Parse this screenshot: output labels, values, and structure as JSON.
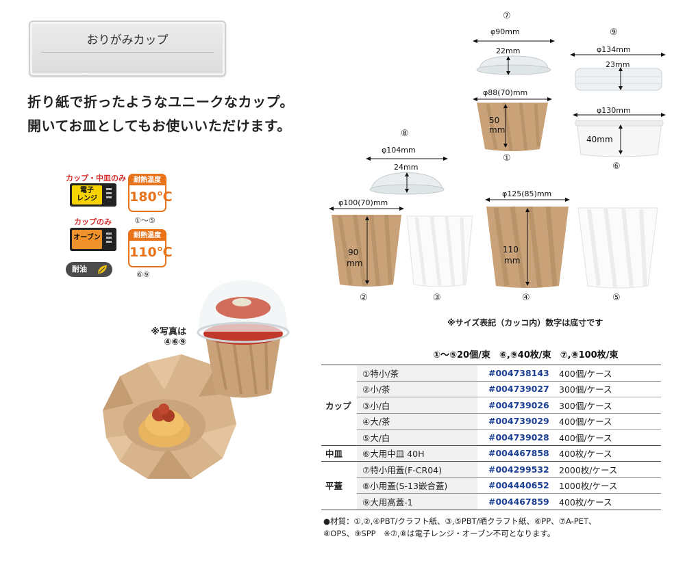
{
  "title": "おりがみカップ",
  "lead_lines": [
    "折り紙で折ったようなユニークなカップ。",
    "開いてお皿としてもお使いいただけます。"
  ],
  "badges": {
    "cup_plate_only": "カップ・中皿のみ",
    "microwave": [
      "電子",
      "レンジ"
    ],
    "cup_only": "カップのみ",
    "oven": "オーブン",
    "heat_label": "耐熱温度",
    "heat1": "180℃",
    "heat1_range": "①～⑤",
    "heat2": "110℃",
    "heat2_range": "⑥⑨",
    "oil": "耐油"
  },
  "photo_note": [
    "※写真は",
    "④⑥⑨"
  ],
  "dims": {
    "n7": "⑦",
    "d7": "φ90mm",
    "h7": "22mm",
    "n1": "①",
    "d1": "φ88(70)mm",
    "h1": "50\nmm",
    "n9": "⑨",
    "d9": "φ134mm",
    "h9": "23mm",
    "n6": "⑥",
    "d6": "φ130mm",
    "h6": "40mm",
    "n8": "⑧",
    "d8": "φ104mm",
    "h8": "24mm",
    "d2": "φ100(70)mm",
    "h2a": "90",
    "h2b": "mm",
    "d4": "φ125(85)mm",
    "h4a": "110",
    "h4b": "mm",
    "n2": "②",
    "n3": "③",
    "n4": "④",
    "n5": "⑤",
    "note": "※サイズ表記（カッコ内）数字は底寸です"
  },
  "table": {
    "header": "①～⑤20個/束　⑥,⑨40枚/束　⑦,⑧100枚/束",
    "groups": [
      {
        "cat": "カップ",
        "rows": [
          {
            "name": "①特小/茶",
            "code": "#004738143",
            "qty": "400個/ケース"
          },
          {
            "name": "②小/茶",
            "code": "#004739027",
            "qty": "300個/ケース"
          },
          {
            "name": "③小/白",
            "code": "#004739026",
            "qty": "300個/ケース"
          },
          {
            "name": "④大/茶",
            "code": "#004739029",
            "qty": "400個/ケース"
          },
          {
            "name": "⑤大/白",
            "code": "#004739028",
            "qty": "400個/ケース"
          }
        ]
      },
      {
        "cat": "中皿",
        "rows": [
          {
            "name": "⑥大用中皿 40H",
            "code": "#004467858",
            "qty": "400枚/ケース"
          }
        ]
      },
      {
        "cat": "平蓋",
        "rows": [
          {
            "name": "⑦特小用蓋(F-CR04)",
            "code": "#004299532",
            "qty": "2000枚/ケース"
          },
          {
            "name": "⑧小用蓋(S-13嵌合蓋)",
            "code": "#004440652",
            "qty": "1000枚/ケース"
          },
          {
            "name": "⑨大用高蓋-1",
            "code": "#004467859",
            "qty": "400枚/ケース"
          }
        ]
      }
    ]
  },
  "material_lines": [
    "●材質：①,②,④PBT/クラフト紙、③,⑤PBT/晒クラフト紙、⑥PP、⑦A-PET、",
    "⑧OPS、⑨SPP　※⑦,⑧は電子レンジ・オーブン不可となります。"
  ]
}
